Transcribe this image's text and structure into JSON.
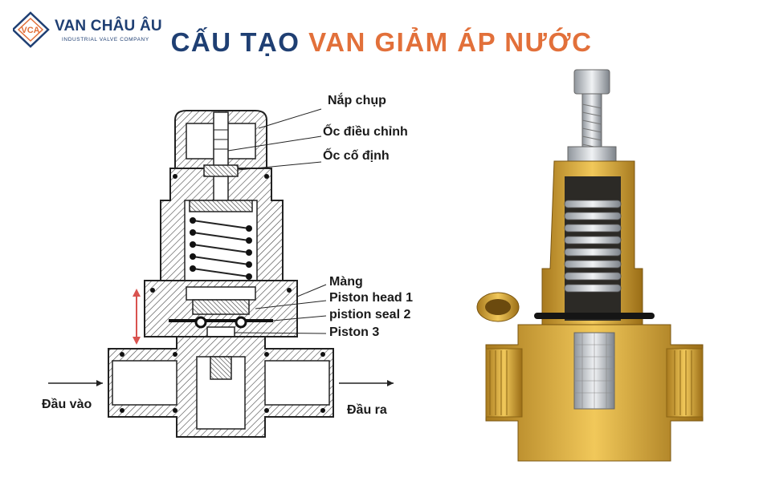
{
  "brand": {
    "name": "VAN CHÂU ÂU",
    "tagline": "INDUSTRIAL VALVE COMPANY",
    "mark": "VCA",
    "colors": {
      "navy": "#1f3f73",
      "orange": "#e2703a"
    }
  },
  "title": {
    "part1": "CẤU TẠO",
    "part2": "VAN GIẢM ÁP NƯỚC"
  },
  "labels": {
    "nap_chup": "Nắp chụp",
    "oc_dieu_chinh": "Ốc điều chỉnh",
    "oc_co_dinh": "Ốc cố định",
    "mang": "Màng",
    "piston_head": "Piston head 1",
    "piston_seal": "pistion seal 2",
    "piston": "Piston 3",
    "dau_vao": "Đầu vào",
    "dau_ra": "Đầu ra"
  }
}
